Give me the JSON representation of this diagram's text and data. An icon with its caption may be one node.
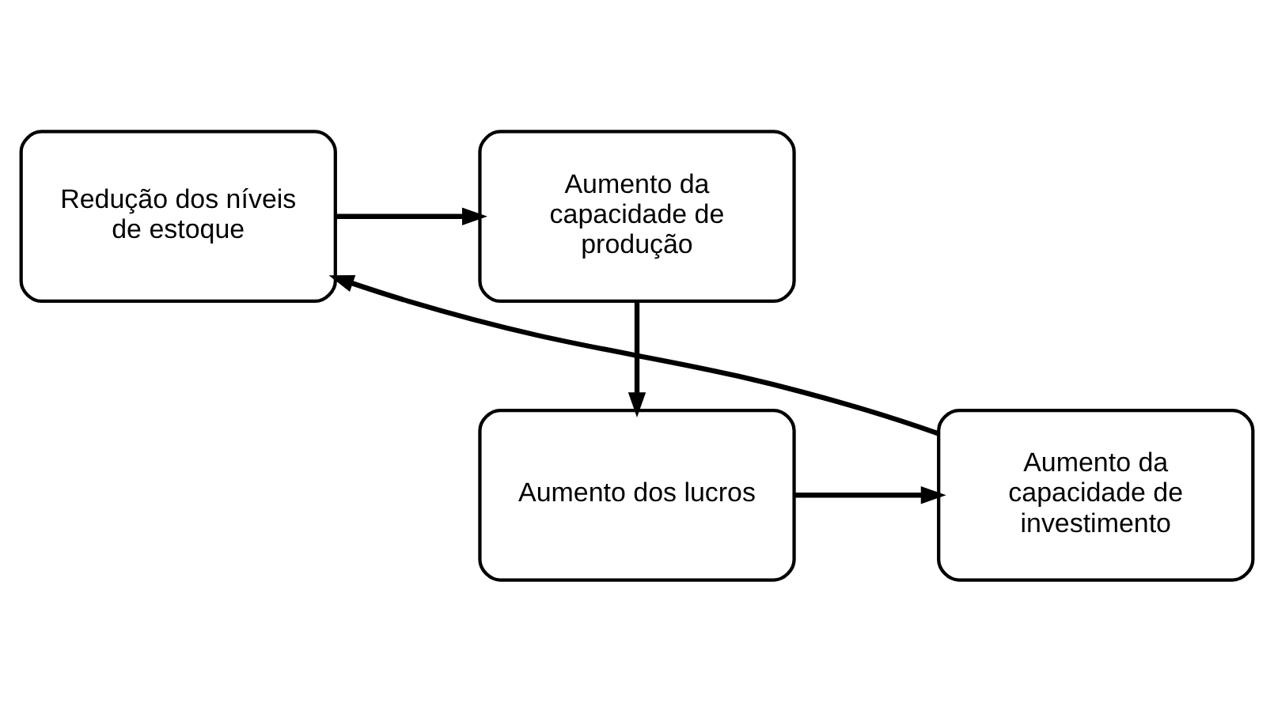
{
  "diagram": {
    "nodes": [
      {
        "text": [
          "Redução dos níveis de estoque"
        ]
      },
      {
        "text": [
          "Aumento da capacidade de produção"
        ]
      },
      {
        "text": [
          "Aumento dos lucros"
        ]
      },
      {
        "text": [
          "Aumento da capacidade de investimento"
        ]
      }
    ],
    "edges": [
      {
        "from": 0,
        "to": 1,
        "arrow": "to"
      },
      {
        "from": 1,
        "to": 2,
        "arrow": "to"
      },
      {
        "from": 2,
        "to": 3,
        "arrow": "to"
      },
      {
        "from": 3,
        "to": 0,
        "arrow": "to"
      }
    ]
  }
}
